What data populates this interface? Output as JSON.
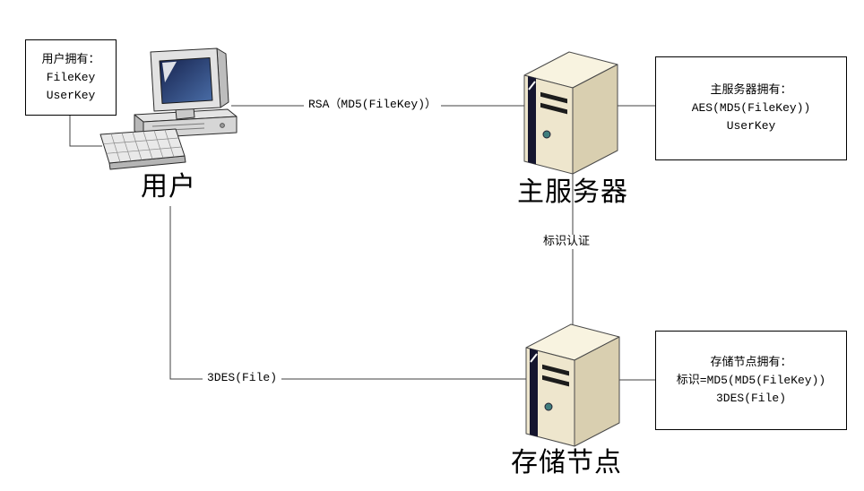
{
  "boxes": {
    "user": {
      "lines": [
        "用户拥有：",
        "FileKey",
        "UserKey"
      ]
    },
    "main_server": {
      "lines": [
        "主服务器拥有：",
        "AES(MD5(FileKey))",
        "UserKey"
      ]
    },
    "storage": {
      "lines": [
        "存储节点拥有：",
        "标识=MD5(MD5(FileKey))",
        "3DES(File)"
      ]
    }
  },
  "labels": {
    "user": "用户",
    "main_server": "主服务器",
    "storage": "存储节点"
  },
  "edges": {
    "user_to_main": "RSA（MD5(FileKey)）",
    "main_to_storage": "标识认证",
    "user_to_storage": "3DES(File)"
  },
  "icons": {
    "user": "computer-icon",
    "main_server": "server-icon",
    "storage": "server-icon"
  },
  "colors": {
    "line": "#404040",
    "box_border": "#000000",
    "background": "#ffffff",
    "server_top": "#f8f3e0",
    "server_front": "#eee6cd",
    "server_side": "#d9cfb0",
    "server_panel": "#15152e",
    "screen": "#1e2f63"
  }
}
